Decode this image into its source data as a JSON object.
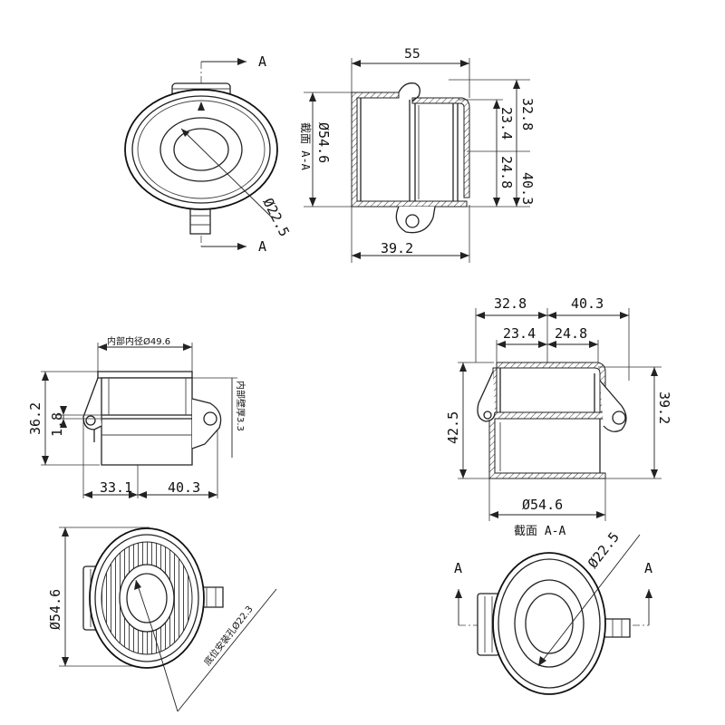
{
  "top_right_view": {
    "width": "55",
    "upper_inner": "23.4",
    "upper_outer": "32.8",
    "lower_inner": "24.8",
    "lower_outer": "40.3",
    "depth": "39.2",
    "diameter_label": "Ø54.6",
    "section_label": "截面 A-A"
  },
  "top_left_view": {
    "section_mark_top": "A",
    "section_mark_bottom": "A",
    "diameter": "Ø22.5"
  },
  "mid_left_view": {
    "inner_dia": "内部内径Ø49.6",
    "height": "36.2",
    "offset": "1.8",
    "left_width": "33.1",
    "right_width": "40.3",
    "wall_label": "内部壁厚3.3"
  },
  "mid_right_view": {
    "upper_left": "32.8",
    "upper_right": "40.3",
    "inner_left": "23.4",
    "inner_right": "24.8",
    "height_left": "42.5",
    "height_right": "39.2",
    "diameter": "Ø54.6",
    "section_label": "截面 A-A"
  },
  "bottom_left_view": {
    "diameter": "Ø54.6",
    "hole_label": "底位安装孔Ø22.3"
  },
  "bottom_right_view": {
    "diameter": "Ø22.5",
    "section_mark_left": "A",
    "section_mark_right": "A"
  }
}
